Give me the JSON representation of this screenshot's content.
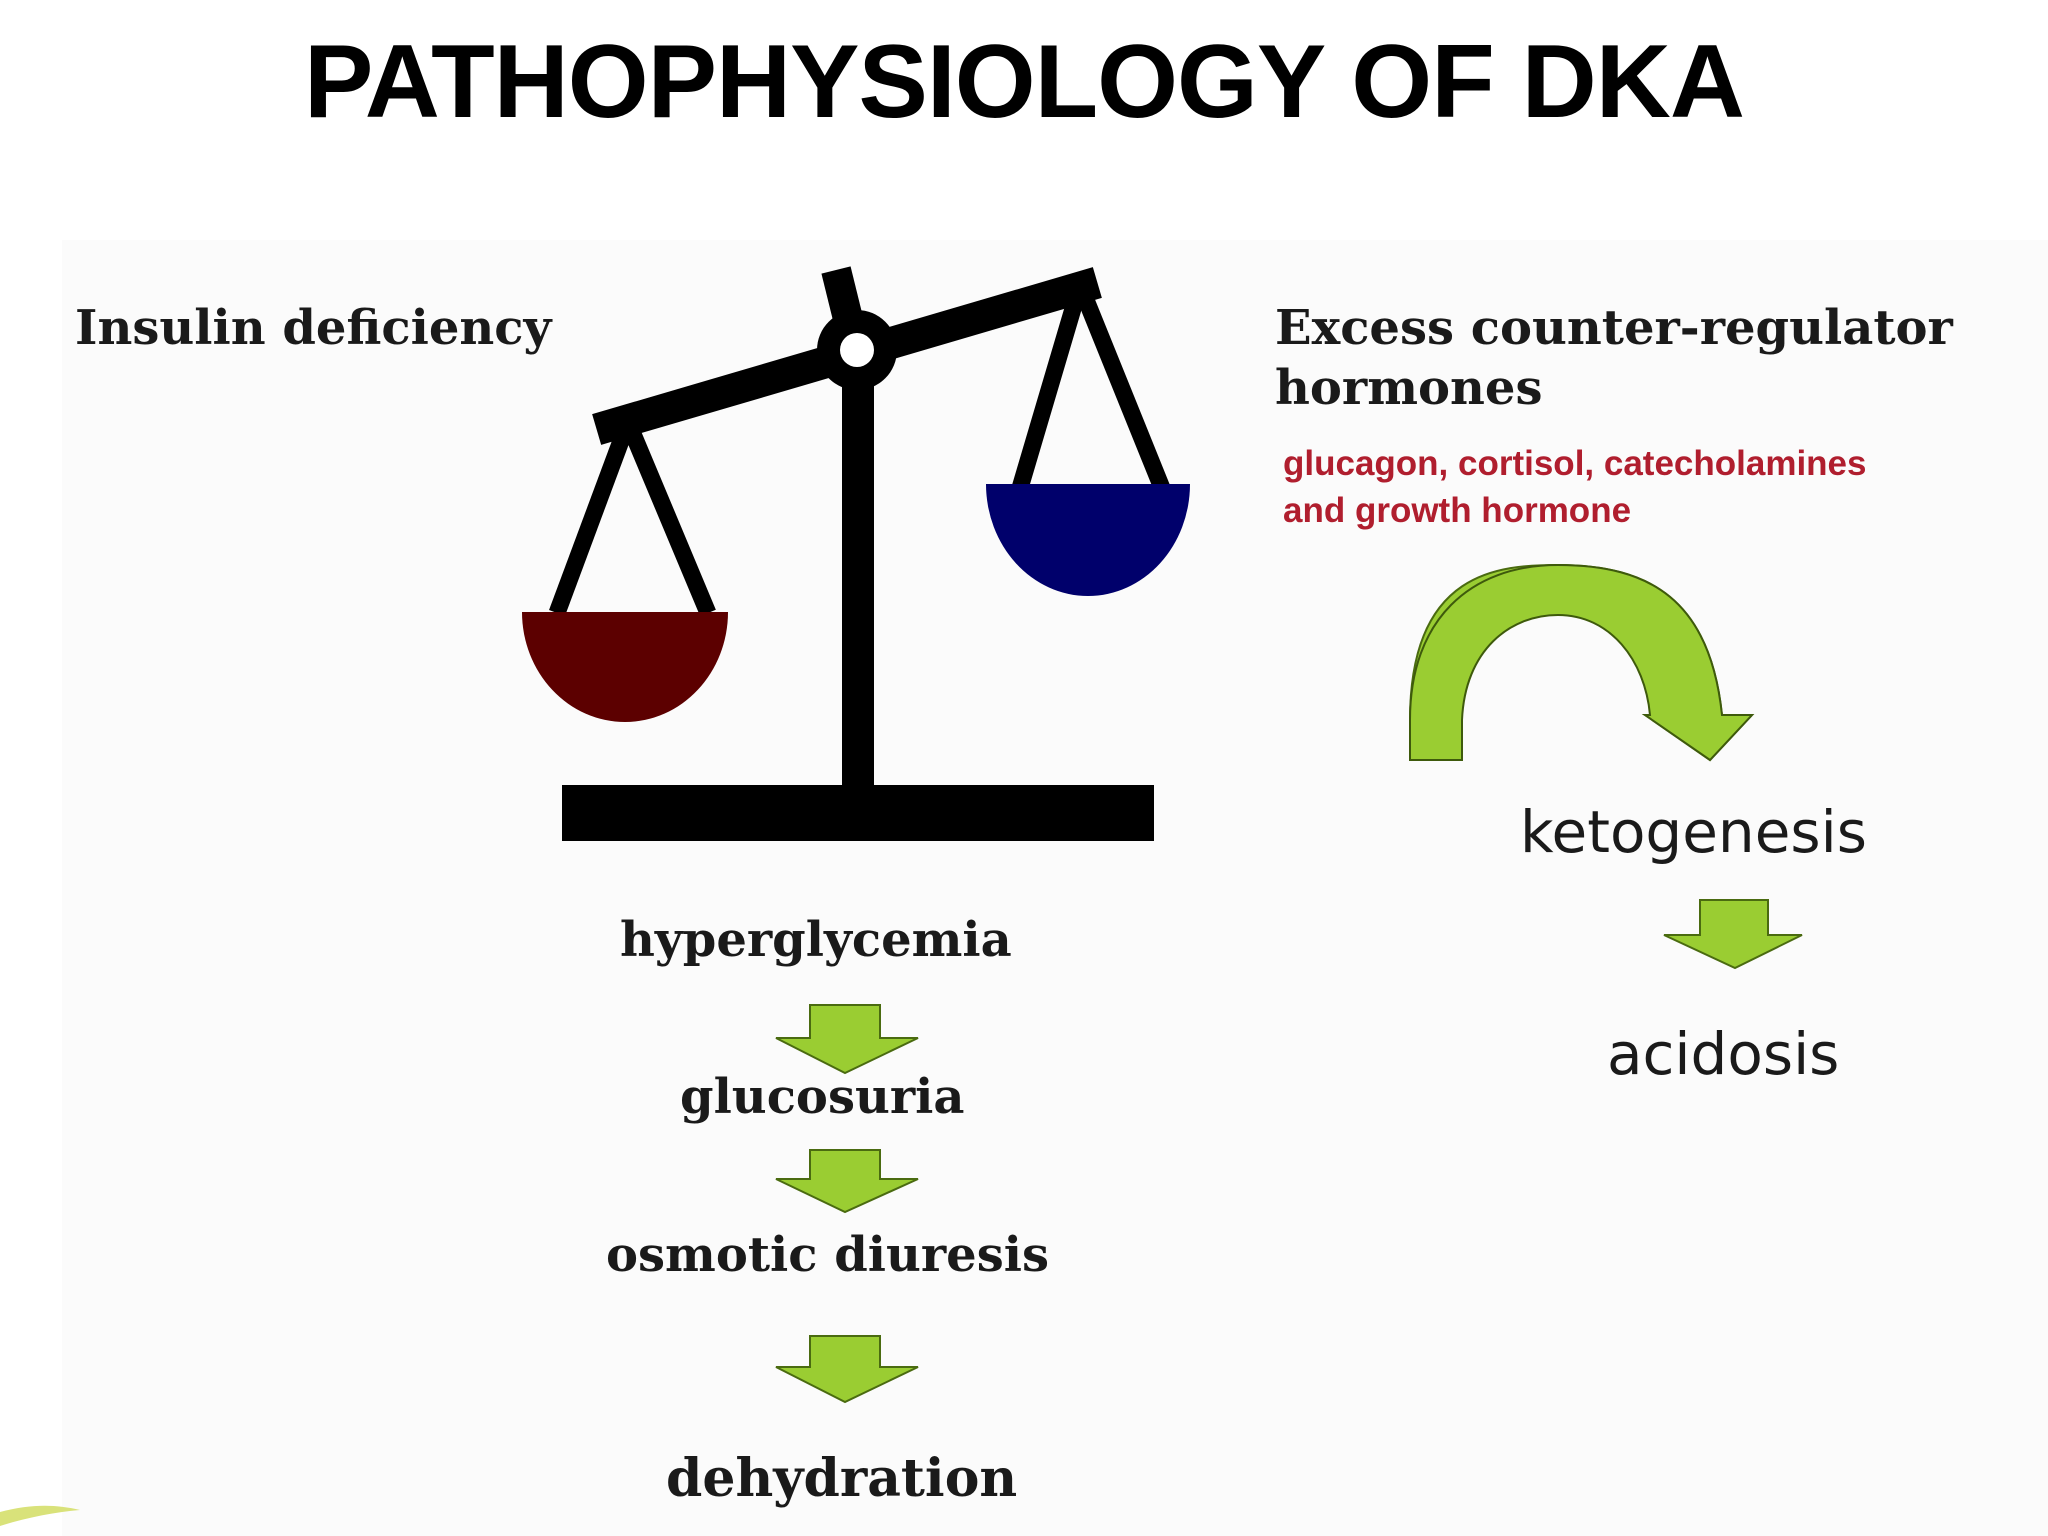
{
  "title": "PATHOPHYSIOLOGY OF DKA",
  "left_heading": "Insulin  deficiency",
  "right_heading": {
    "line1": "Excess counter-regulator",
    "line2": "hormones"
  },
  "hormones_note": {
    "line1": "glucagon, cortisol, catecholamines",
    "line2": "and growth hormone"
  },
  "left_chain": [
    "hyperglycemia",
    "glucosuria",
    "osmotic diuresis",
    "dehydration"
  ],
  "right_chain": [
    "ketogenesis",
    "acidosis"
  ],
  "colors": {
    "arrow_fill": "#9acd32",
    "arrow_stroke": "#4a6b10",
    "left_pan": "#5c0000",
    "right_pan": "#00006b",
    "scale": "#000000",
    "note_text": "#b01e2e"
  },
  "icons": {
    "balance": "balance-scale-icon",
    "curved_arrow": "curved-arrow-icon",
    "down_arrow": "down-arrow-icon"
  }
}
